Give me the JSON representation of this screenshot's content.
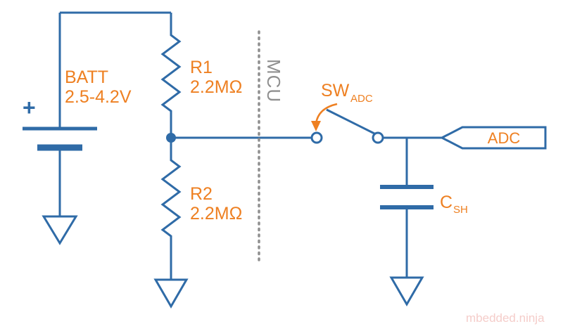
{
  "diagram": {
    "type": "circuit-schematic",
    "battery": {
      "plus": "+",
      "name": "BATT",
      "voltage": "2.5-4.2V"
    },
    "resistors": [
      {
        "name": "R1",
        "value": "2.2MΩ"
      },
      {
        "name": "R2",
        "value": "2.2MΩ"
      }
    ],
    "mcu_label": "MCU",
    "switch": {
      "name": "SW",
      "subscript": "ADC"
    },
    "adc_port": "ADC",
    "capacitor": {
      "name": "C",
      "subscript": "SH"
    },
    "watermark": "mbedded.ninja"
  },
  "colors": {
    "wire": "#2f6ba7",
    "label": "#ee8022",
    "mcu": "#8f8f8f",
    "watermark": "#f5cdca",
    "background": "#ffffff"
  }
}
